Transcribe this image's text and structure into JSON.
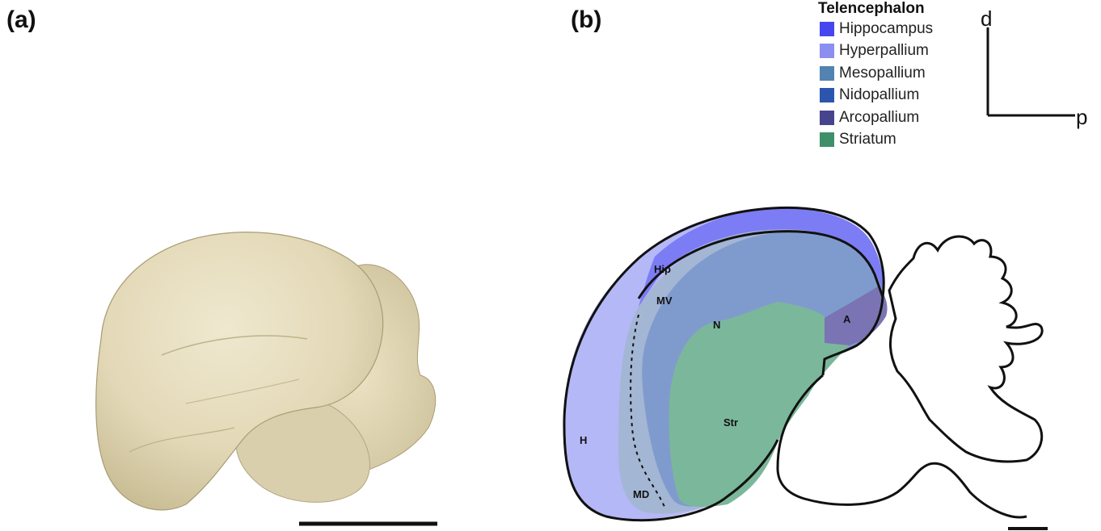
{
  "panels": {
    "a": "(a)",
    "b": "(b)"
  },
  "legend": {
    "title": "Telencephalon",
    "items": [
      {
        "label": "Hippocampus",
        "color": "#4646f0"
      },
      {
        "label": "Hyperpallium",
        "color": "#8b8ff0"
      },
      {
        "label": "Mesopallium",
        "color": "#5383b0"
      },
      {
        "label": "Nidopallium",
        "color": "#2c55b0"
      },
      {
        "label": "Arcopallium",
        "color": "#47448e"
      },
      {
        "label": "Striatum",
        "color": "#3f8f6a"
      }
    ]
  },
  "axes": {
    "dorsal": "d",
    "posterior": "p"
  },
  "regions": {
    "hip": "Hip",
    "mv": "MV",
    "n": "N",
    "a": "A",
    "h": "H",
    "str": "Str",
    "md": "MD"
  },
  "colors": {
    "brain_photo": "#e6ddbe",
    "hyperpallium_fill": "#b4b8f6",
    "mesopallium_fill": "#a3b6d4",
    "nidopallium_fill": "#7f9bce",
    "hippocampus_fill": "#7c7cf4",
    "arcopallium_fill": "#7a74b4",
    "striatum_fill": "#7bb79b"
  }
}
